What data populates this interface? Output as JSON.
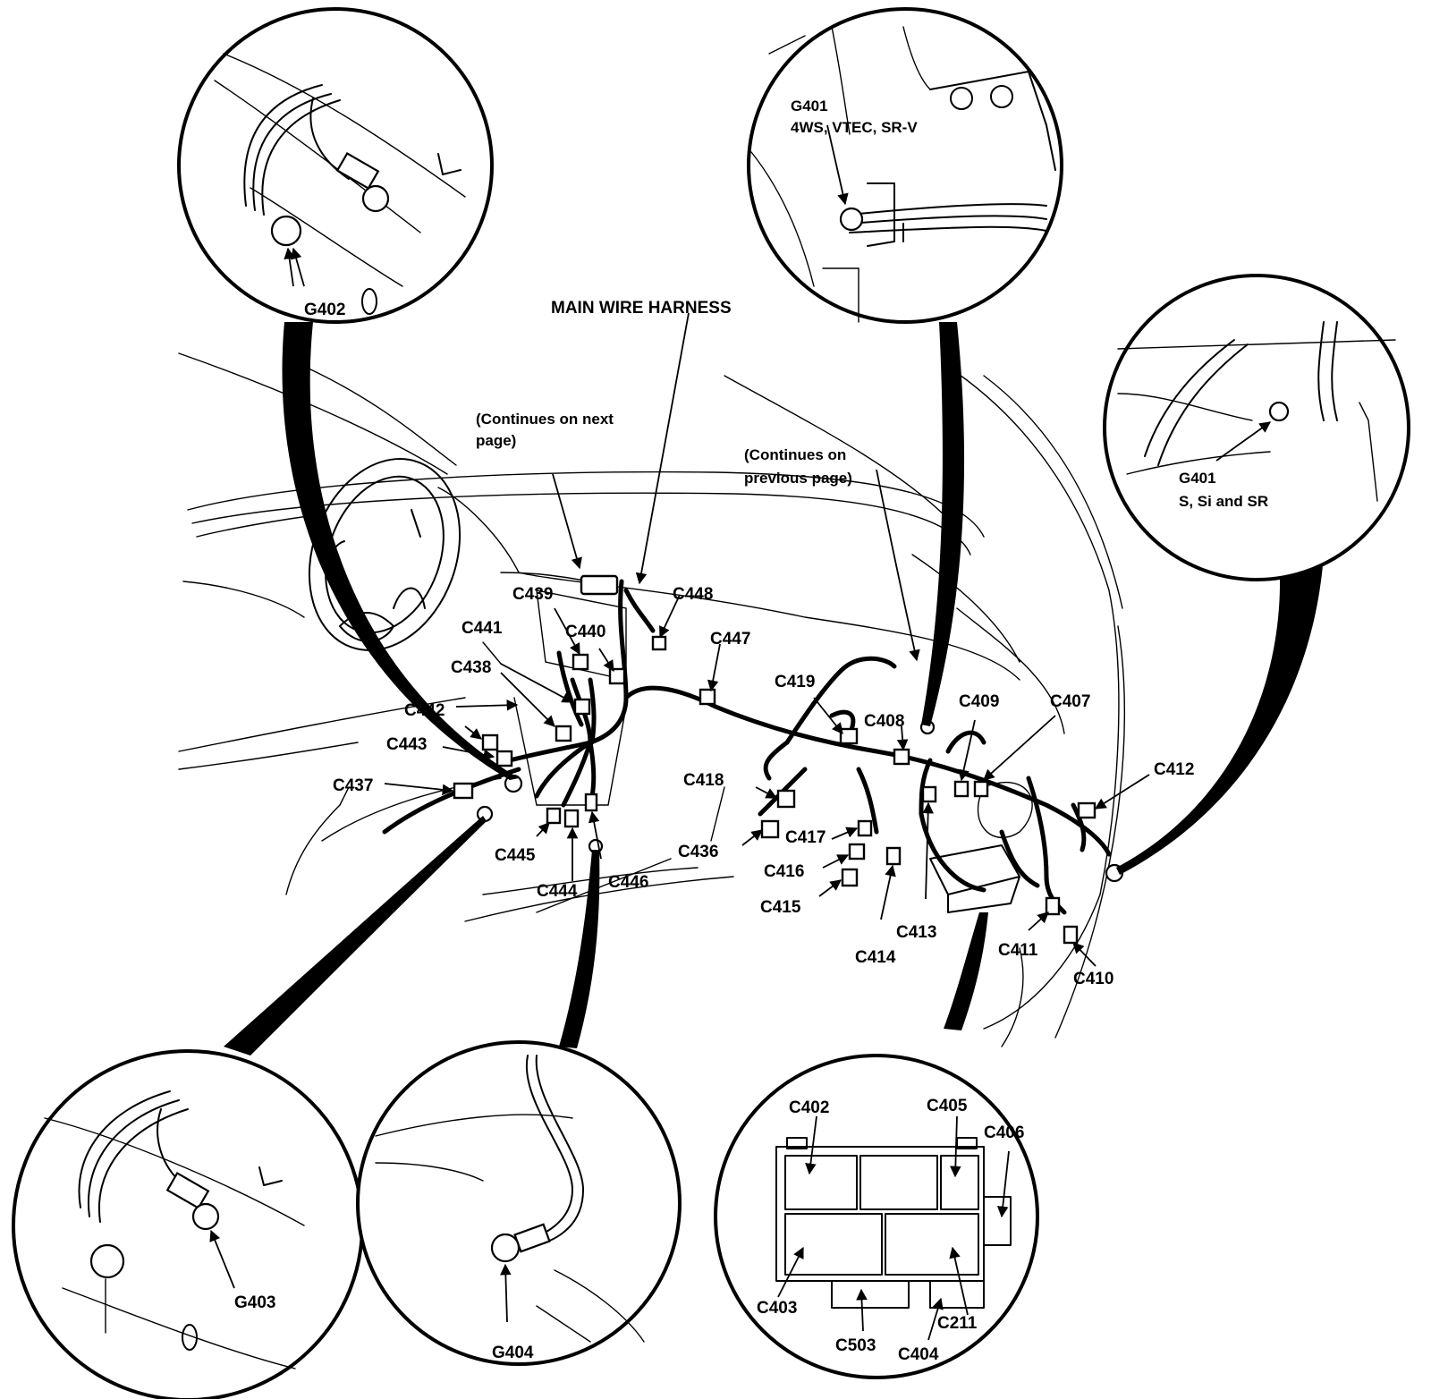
{
  "labels": {
    "harness": "MAIN WIRE HARNESS",
    "continues_next_1": "(Continues on next",
    "continues_next_2": "page)",
    "continues_prev_1": "(Continues on",
    "continues_prev_2": "previous page)",
    "g402": "G402",
    "g401a_1": "G401",
    "g401a_2": "4WS, VTEC, SR-V",
    "g401b_1": "G401",
    "g401b_2": "S, Si and SR",
    "g403": "G403",
    "g404": "G404",
    "c402": "C402",
    "c403": "C403",
    "c404": "C404",
    "c405": "C405",
    "c406": "C406",
    "c211": "C211",
    "c503": "C503",
    "c407": "C407",
    "c408": "C408",
    "c409": "C409",
    "c410": "C410",
    "c411": "C411",
    "c412": "C412",
    "c413": "C413",
    "c414": "C414",
    "c415": "C415",
    "c416": "C416",
    "c417": "C417",
    "c418": "C418",
    "c419": "C419",
    "c436": "C436",
    "c437": "C437",
    "c438": "C438",
    "c439": "C439",
    "c440": "C440",
    "c441": "C441",
    "c442": "C442",
    "c443": "C443",
    "c444": "C444",
    "c445": "C445",
    "c446": "C446",
    "c447": "C447",
    "c448": "C448"
  }
}
